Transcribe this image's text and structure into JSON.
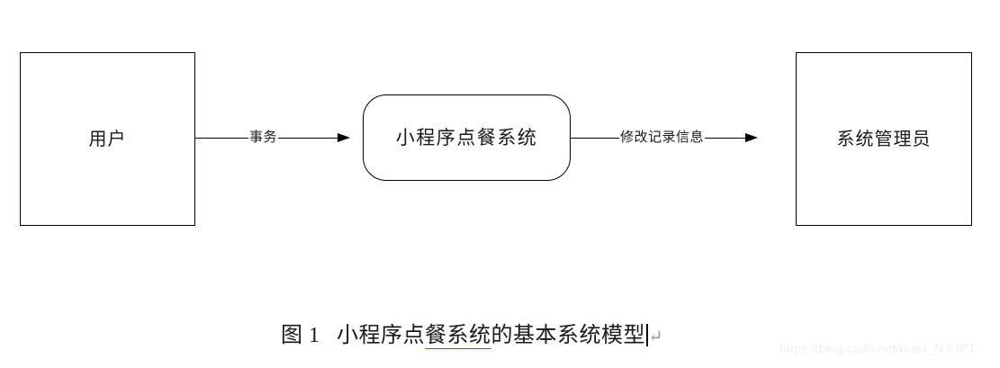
{
  "diagram": {
    "title": "小程序点餐系统的基本系统模型",
    "type": "context-diagram",
    "nodes": [
      {
        "id": "user",
        "label": "用户",
        "shape": "rectangle"
      },
      {
        "id": "system",
        "label": "小程序点餐系统",
        "shape": "rounded-rectangle"
      },
      {
        "id": "admin",
        "label": "系统管理员",
        "shape": "rectangle"
      }
    ],
    "flows": [
      {
        "id": "transaction",
        "label": "事务",
        "from": "user",
        "to": "system",
        "direction": "right"
      },
      {
        "id": "modify-record",
        "label": "修改记录信息",
        "from": "system",
        "to": "admin",
        "direction": "right"
      }
    ]
  },
  "caption": {
    "figure_label": "图",
    "figure_number": "1",
    "text_before": "小程序点",
    "text_underlined": "餐系统",
    "text_after": "的基本系统模型",
    "paragraph_mark": "↵",
    "underline_color": "#3a5fcd"
  },
  "watermark": {
    "text": "https://blog.csdn.net/nuist_NJUPT"
  }
}
